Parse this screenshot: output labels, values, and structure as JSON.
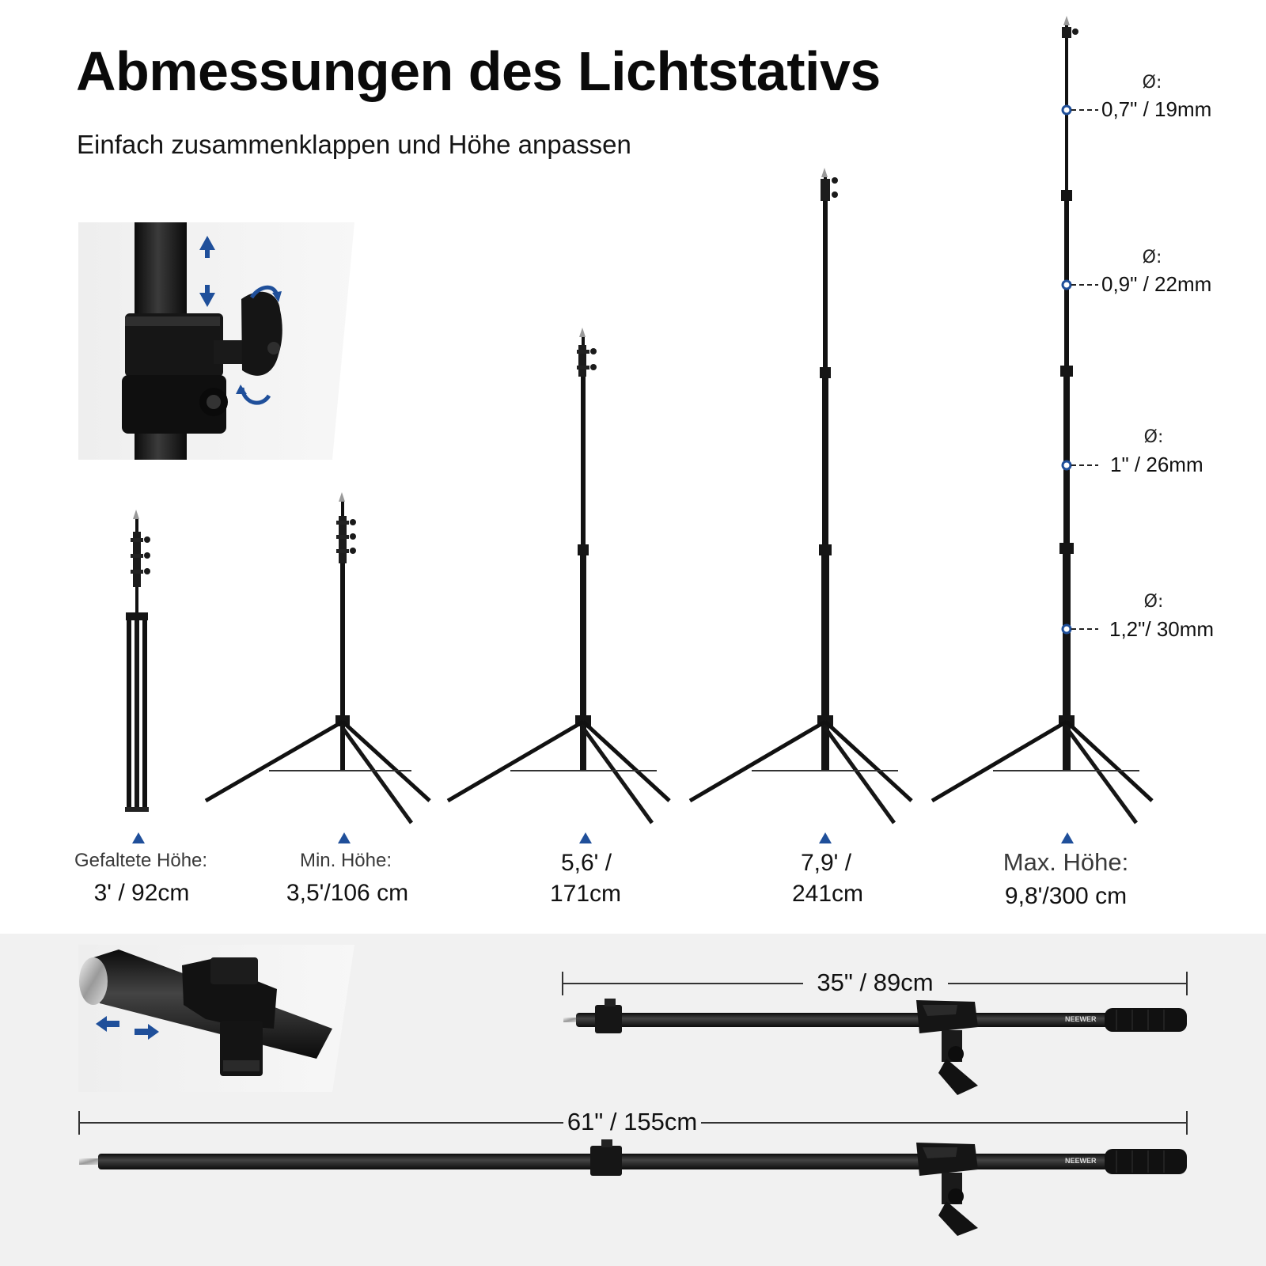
{
  "title": "Abmessungen des Lichtstativs",
  "subtitle": "Einfach zusammenklappen und Höhe anpassen",
  "stands": [
    {
      "label": "Gefaltete Höhe:",
      "value": "3' / 92cm"
    },
    {
      "label": "Min. Höhe:",
      "value": "3,5'/106 cm"
    },
    {
      "label": "",
      "value_line1": "5,6' /",
      "value_line2": "171cm"
    },
    {
      "label": "",
      "value_line1": "7,9' /",
      "value_line2": "241cm"
    },
    {
      "label": "Max. Höhe:",
      "value": "9,8'/300 cm"
    }
  ],
  "diameters": [
    {
      "symbol": "Ø:",
      "value": "0,7\" / 19mm"
    },
    {
      "symbol": "Ø:",
      "value": "0,9\" / 22mm"
    },
    {
      "symbol": "Ø:",
      "value": "1\" / 26mm"
    },
    {
      "symbol": "Ø:",
      "value": "1,2\"/ 30mm"
    }
  ],
  "boom": {
    "short_length": "35\" / 89cm",
    "long_length": "61\" / 155cm",
    "brand_mark": "NEEWER"
  },
  "colors": {
    "accent_blue": "#1f4f9a",
    "metal_black": "#111111",
    "band_gray": "#f1f1f1"
  }
}
